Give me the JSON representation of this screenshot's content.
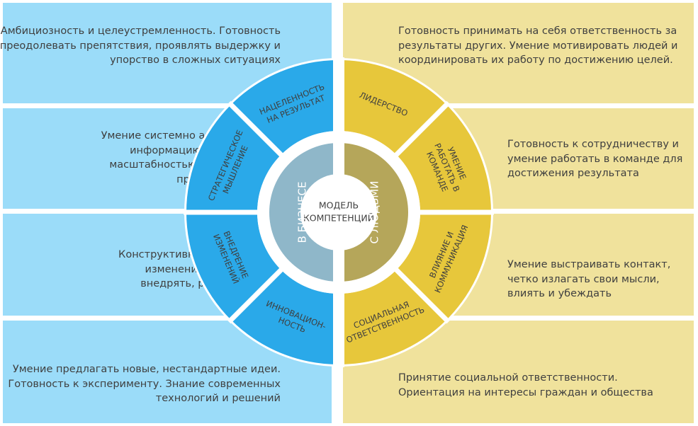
{
  "diagram": {
    "center_lines": [
      "МОДЕЛЬ",
      "КОМПЕТЕНЦИЙ"
    ],
    "inner_left_label": "В БИЗНЕСЕ",
    "inner_right_label": "С ЛЮДЬМИ",
    "colors": {
      "left_panel": "#9bdcf9",
      "left_ring": "#2aa9e9",
      "left_inner": "#8fb7c9",
      "right_panel": "#f0e29c",
      "right_ring": "#e7c73b",
      "right_inner": "#b5a65a",
      "divider": "#ffffff",
      "text": "#3f3f3f"
    },
    "left": [
      {
        "segment_lines": [
          "НАЦЕЛЕННОСТЬ",
          "НА РЕЗУЛЬТАТ"
        ],
        "description": [
          "Амбициозность и целеустремленность. Готовность",
          "преодолевать препятствия, проявлять выдержку и",
          "упорство в сложных ситуациях"
        ]
      },
      {
        "segment_lines": [
          "СТРАТЕГИЧЕСКОЕ",
          "МЫШЛЕНИЕ"
        ],
        "description": [
          "Умение системно анализировать",
          "информацию в комплексе с",
          "масштабностью мышления при",
          "принятии решений"
        ]
      },
      {
        "segment_lines": [
          "ВНЕДРЕНИЕ",
          "ИЗМЕНЕНИЙ"
        ],
        "description": [
          "Конструктивное отношение к",
          "изменениям и умение их",
          "внедрять, реализовывать"
        ]
      },
      {
        "segment_lines": [
          "ИННОВАЦИОН-",
          "НОСТЬ"
        ],
        "description": [
          "Умение предлагать новые, нестандартные идеи.",
          "Готовность к эксперименту. Знание современных",
          "технологий и решений"
        ]
      }
    ],
    "right": [
      {
        "segment_lines": [
          "ЛИДЕРСТВО"
        ],
        "description": [
          "Готовность принимать на себя ответственность за",
          "результаты других. Умение мотивировать людей и",
          "координировать их работу по достижению целей."
        ]
      },
      {
        "segment_lines": [
          "УМЕНИЕ",
          "РАБОТАТЬ В",
          "КОМАНДЕ"
        ],
        "description": [
          "Готовность к сотрудничеству и",
          "умение работать в команде для",
          "достижения результата"
        ]
      },
      {
        "segment_lines": [
          "ВЛИЯНИЕ И",
          "КОММУНИКАЦИЯ"
        ],
        "description": [
          "Умение выстраивать контакт,",
          "четко излагать свои мысли,",
          "влиять и убеждать"
        ]
      },
      {
        "segment_lines": [
          "СОЦИАЛЬНАЯ",
          "ОТВЕТСТВЕННОСТЬ"
        ],
        "description": [
          "Принятие социальной ответственности.",
          "Ориентация на интересы граждан и общества"
        ]
      }
    ]
  }
}
